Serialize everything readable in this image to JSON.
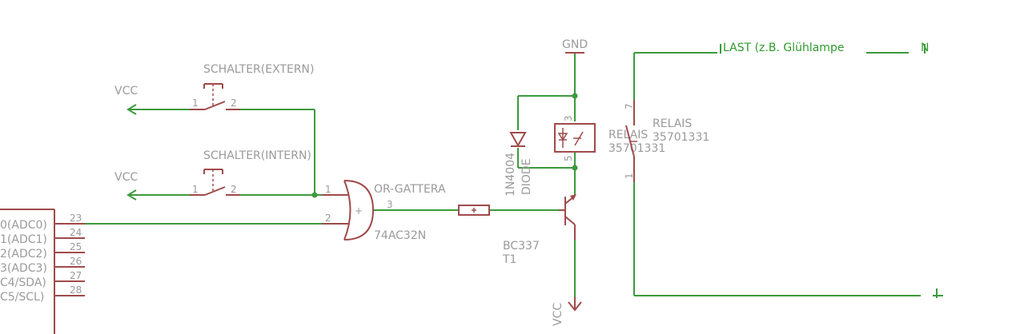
{
  "vcc_labels": {
    "top_switch": "VCC",
    "mid_switch": "VCC",
    "transistor": "VCC"
  },
  "gnd_label": "GND",
  "switch_extern": {
    "name": "SCHALTER(EXTERN)",
    "pin1": "1",
    "pin2": "2"
  },
  "switch_intern": {
    "name": "SCHALTER(INTERN)",
    "pin1": "1",
    "pin2": "2"
  },
  "or_gate": {
    "name": "OR-GATTERA",
    "value": "74AC32N",
    "pin1": "1",
    "pin2": "2",
    "pin3": "3"
  },
  "mcu_pins": [
    {
      "label": "0(ADC0)",
      "pin": "23"
    },
    {
      "label": "1(ADC1)",
      "pin": "24"
    },
    {
      "label": "2(ADC2)",
      "pin": "25"
    },
    {
      "label": "3(ADC3)",
      "pin": "26"
    },
    {
      "label": "C4/SDA)",
      "pin": "27"
    },
    {
      "label": "C5/SCL)",
      "pin": "28"
    }
  ],
  "diode": {
    "name": "DIODE",
    "value": "1N4004"
  },
  "transistor": {
    "name": "T1",
    "value": "BC337"
  },
  "relay_coil": {
    "name": "RELAIS",
    "value": "35701331",
    "pin3": "3",
    "pin5": "5"
  },
  "relay_contact": {
    "name": "RELAIS",
    "value": "35701331",
    "pin7": "7",
    "pin1": "1"
  },
  "load": {
    "label": "LAST (z.B. Glühlampe",
    "neutral": "N"
  },
  "colors": {
    "wire": "#3c9a3c",
    "part": "#a04a4a",
    "label": "#9a9a9a",
    "net_label": "#2e9a2e"
  }
}
